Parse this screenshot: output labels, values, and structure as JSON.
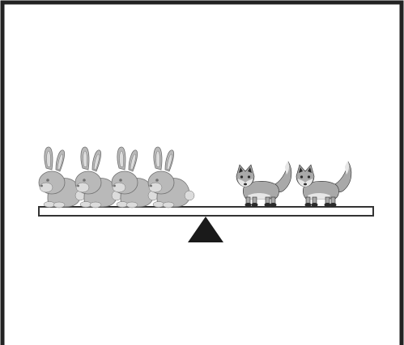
{
  "colors": {
    "frame": "#222222",
    "background": "#ffffff",
    "plank_fill": "#ffffff",
    "plank_stroke": "#333333",
    "fulcrum": "#1a1a1a",
    "rabbit_fill": "#b9b9b9",
    "rabbit_light": "#dcdcdc",
    "rabbit_dark": "#6f6f6f",
    "fox_fill": "#a9a9a9",
    "fox_light": "#e6e6e6",
    "fox_dark": "#2b2b2b"
  },
  "scene": {
    "icons": [
      "rabbit-icon",
      "fox-icon"
    ],
    "left_side": {
      "animal": "rabbit",
      "count": 4
    },
    "right_side": {
      "animal": "fox",
      "count": 2
    },
    "balance_state": "level"
  }
}
